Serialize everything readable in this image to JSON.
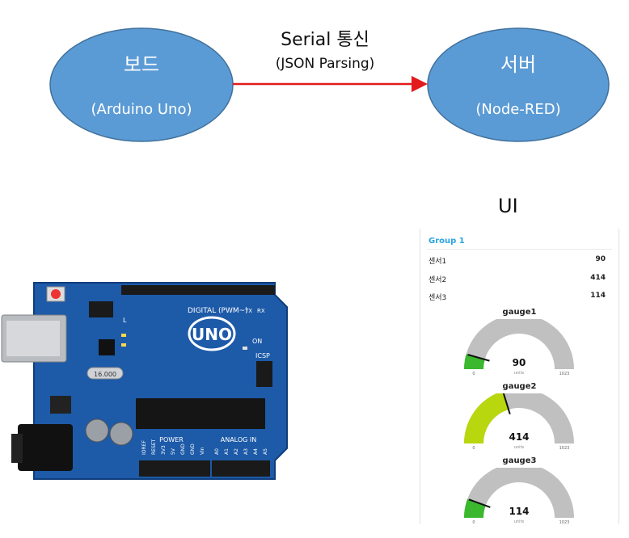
{
  "diagram": {
    "nodes": [
      {
        "id": "board",
        "title": "보드",
        "subtitle": "(Arduino Uno)",
        "fill": "#5b9bd5",
        "stroke": "#41719c"
      },
      {
        "id": "server",
        "title": "서버",
        "subtitle": "(Node-RED)",
        "fill": "#5b9bd5",
        "stroke": "#41719c"
      }
    ],
    "connection": {
      "label": "Serial 통신",
      "sublabel": "(JSON Parsing)",
      "color": "#e31a1c"
    },
    "ui_label": "UI"
  },
  "arduino_board": {
    "brand": "UNO",
    "digital_label": "DIGITAL (PWM~)",
    "on_label": "ON",
    "icsp_label": "ICSP",
    "power_label": "POWER",
    "analog_label": "ANALOG IN",
    "crystal_label": "16.000",
    "tx_label": "TX",
    "rx_label": "RX",
    "l_label": "L",
    "power_pins": [
      "IOREF",
      "RESET",
      "3V3",
      "5V",
      "GND",
      "GND",
      "Vin"
    ],
    "analog_pins": [
      "A0",
      "A1",
      "A2",
      "A3",
      "A4",
      "A5"
    ],
    "colors": {
      "pcb": "#1d5aa8",
      "header": "#1a1a1a",
      "usb": "#b9bcc0"
    }
  },
  "dashboard": {
    "group_title": "Group 1",
    "accent": "#29a5e0",
    "sensors": [
      {
        "name": "센서1",
        "value": "90"
      },
      {
        "name": "센서2",
        "value": "414"
      },
      {
        "name": "센서3",
        "value": "114"
      }
    ],
    "gauges": [
      {
        "title": "gauge1",
        "value": 90,
        "display": "90",
        "min": 0,
        "max": 1023,
        "min_label": "0",
        "max_label": "1023",
        "units": "units",
        "fill": "#3cb82f"
      },
      {
        "title": "gauge2",
        "value": 414,
        "display": "414",
        "min": 0,
        "max": 1023,
        "min_label": "0",
        "max_label": "1023",
        "units": "units",
        "fill": "#b9d70e"
      },
      {
        "title": "gauge3",
        "value": 114,
        "display": "114",
        "min": 0,
        "max": 1023,
        "min_label": "0",
        "max_label": "1023",
        "units": "units",
        "fill": "#3cb82f"
      }
    ],
    "track_color": "#c0c0c0"
  }
}
